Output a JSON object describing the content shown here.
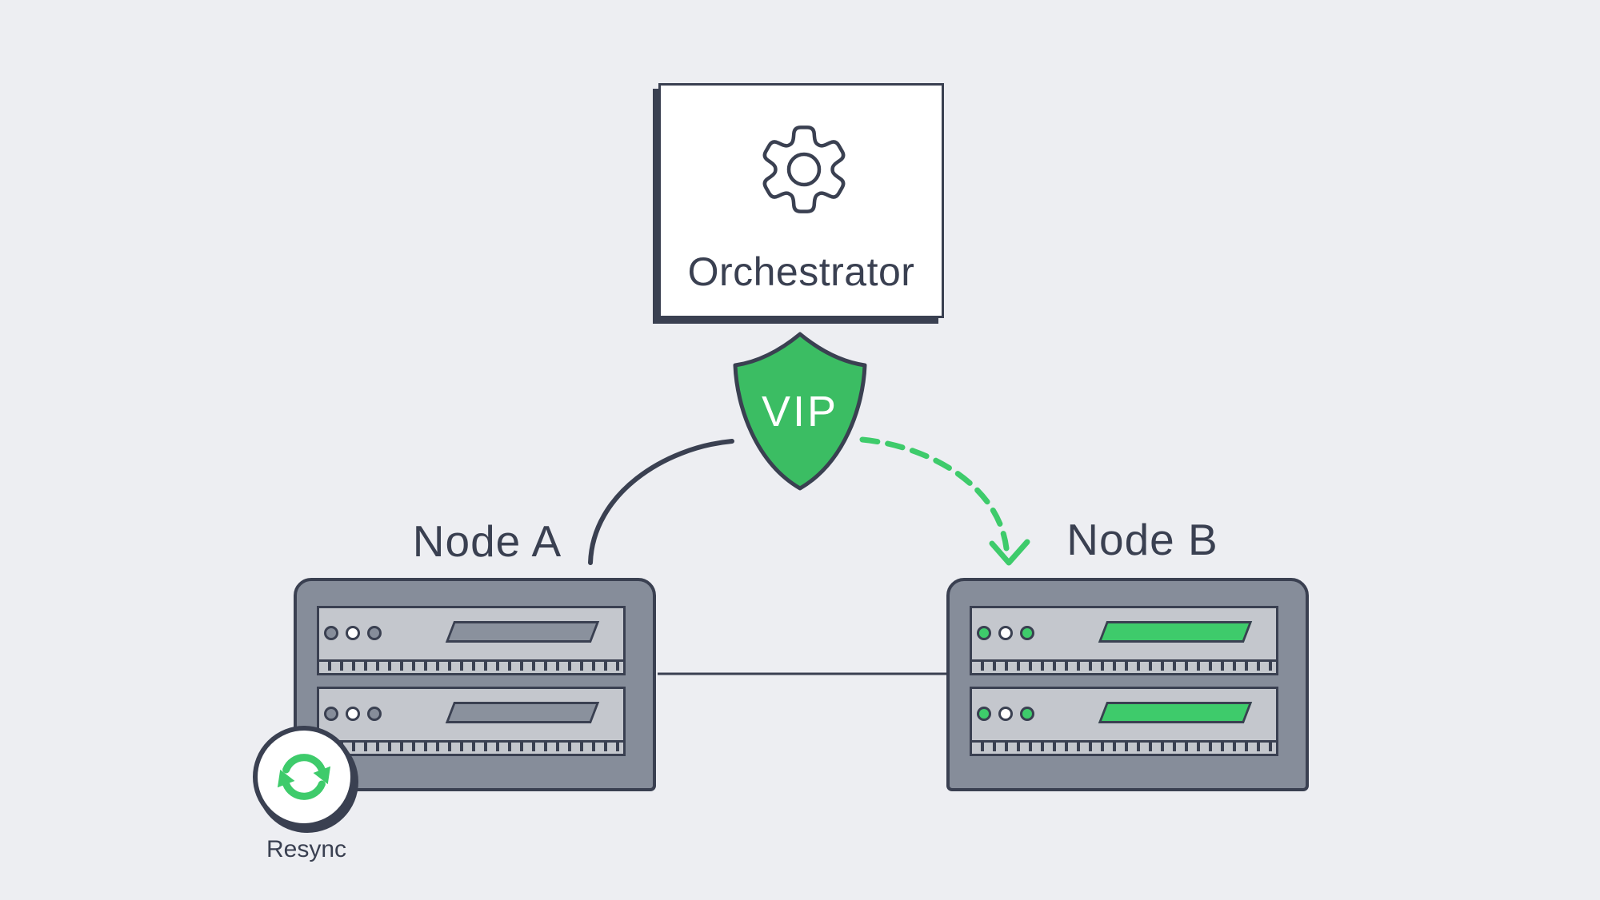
{
  "orchestrator": {
    "label": "Orchestrator",
    "icon": "gear-icon"
  },
  "vip_badge": {
    "label": "VIP",
    "icon": "shield-icon"
  },
  "nodes": [
    {
      "id": "node-a",
      "label": "Node A",
      "status": "standby-gray",
      "led_colors": [
        "gray",
        "white",
        "gray"
      ]
    },
    {
      "id": "node-b",
      "label": "Node B",
      "status": "active-green",
      "led_colors": [
        "green",
        "white",
        "green"
      ]
    }
  ],
  "resync": {
    "label": "Resync",
    "icon": "sync-arrows-icon"
  },
  "connections": {
    "vip_to_node_a": "solid-curve",
    "vip_to_node_b": "dashed-green-arrow",
    "node_a_to_node_b": "straight-line"
  },
  "colors": {
    "background": "#edeef2",
    "outline": "#3a4051",
    "green": "#3ecb6b",
    "green_deep": "#3bbd63",
    "rack": "#868d9a",
    "face": "#c4c7cd",
    "mid": "#8a919d",
    "white": "#ffffff"
  }
}
